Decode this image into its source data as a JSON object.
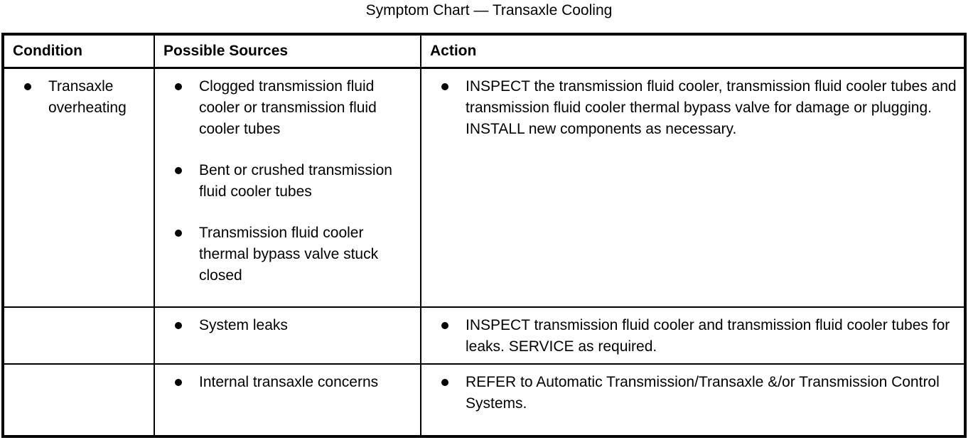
{
  "title": "Symptom Chart — Transaxle Cooling",
  "colors": {
    "text": "#000000",
    "background": "#ffffff",
    "border": "#000000"
  },
  "table": {
    "headers": [
      "Condition",
      "Possible Sources",
      "Action"
    ],
    "rows": [
      {
        "condition": [
          "Transaxle overheating"
        ],
        "sources": [
          "Clogged transmission fluid cooler or transmission fluid cooler tubes",
          "Bent or crushed transmission fluid cooler tubes",
          "Transmission fluid cooler thermal bypass valve stuck closed"
        ],
        "actions": [
          "INSPECT the transmission fluid cooler, transmission fluid cooler tubes and transmission fluid cooler thermal bypass valve for damage or plugging. INSTALL new components as necessary."
        ]
      },
      {
        "condition": [],
        "sources": [
          "System leaks"
        ],
        "actions": [
          "INSPECT transmission fluid cooler and transmission fluid cooler tubes for leaks. SERVICE as required."
        ]
      },
      {
        "condition": [],
        "sources": [
          "Internal transaxle concerns"
        ],
        "actions": [
          "REFER to Automatic Transmission/Transaxle &/or Transmission Control Systems."
        ]
      }
    ]
  }
}
